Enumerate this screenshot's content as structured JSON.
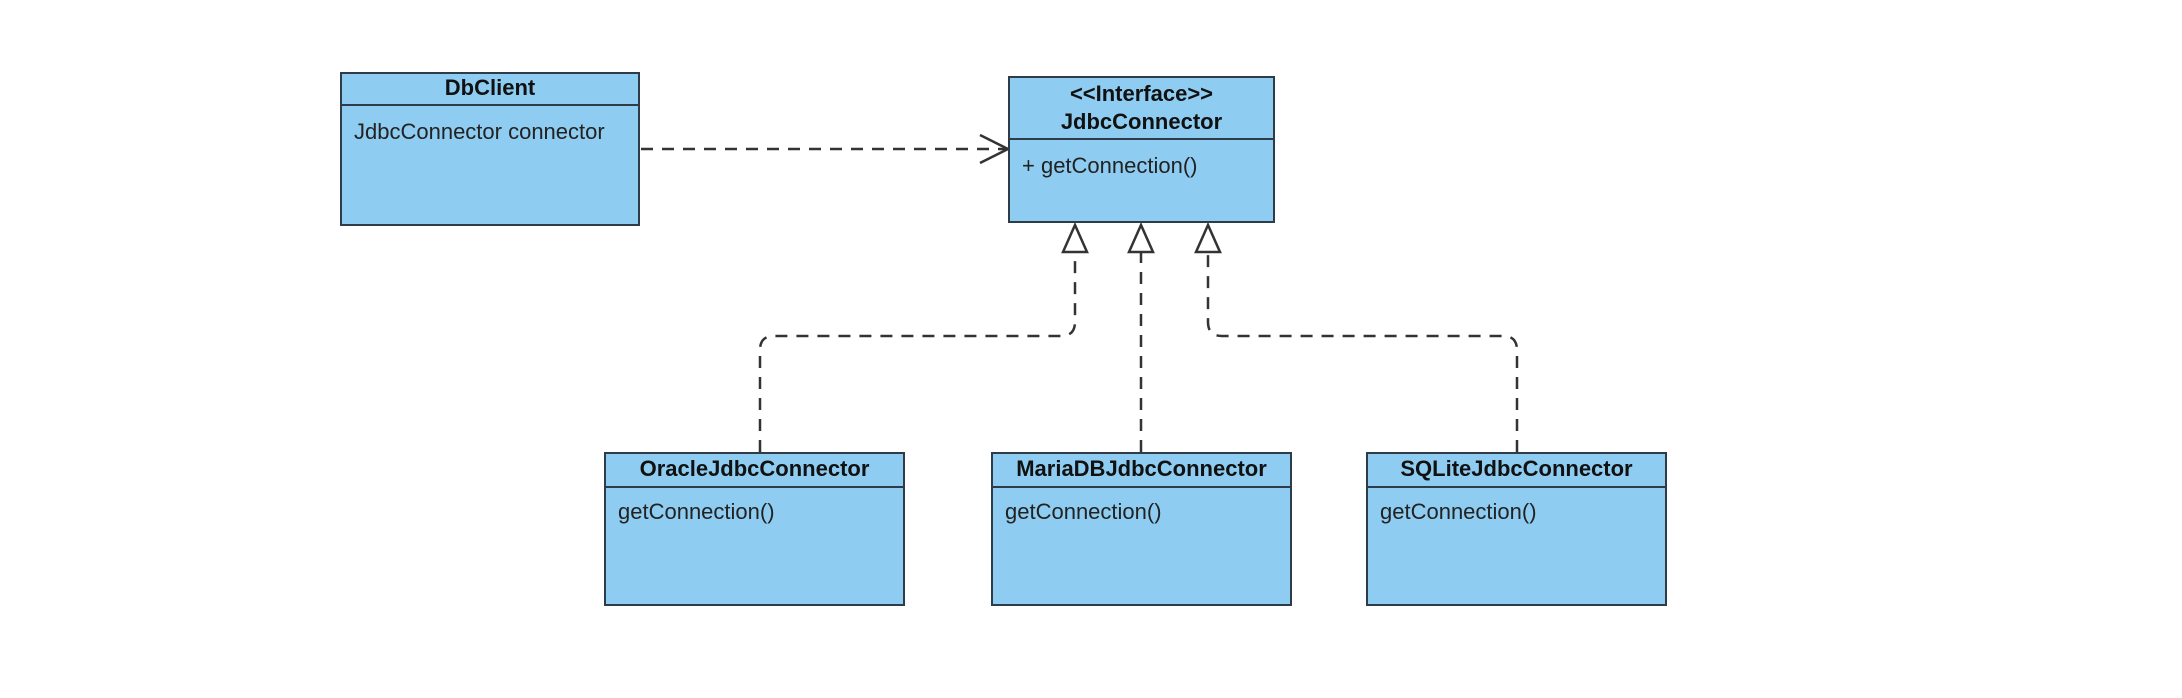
{
  "colors": {
    "class_fill": "#8ecdf1",
    "border": "#2e3b48",
    "connector": "#333333",
    "background": "#ffffff"
  },
  "classes": {
    "db_client": {
      "name": "DbClient",
      "members": [
        "JdbcConnector connector"
      ]
    },
    "jdbc_connector": {
      "stereotype": "<<Interface>>",
      "name": "JdbcConnector",
      "members": [
        "+ getConnection()"
      ]
    },
    "oracle": {
      "name": "OracleJdbcConnector",
      "members": [
        "getConnection()"
      ]
    },
    "mariadb": {
      "name": "MariaDBJdbcConnector",
      "members": [
        "getConnection()"
      ]
    },
    "sqlite": {
      "name": "SQLiteJdbcConnector",
      "members": [
        "getConnection()"
      ]
    }
  },
  "relations": [
    {
      "type": "dependency",
      "from": "DbClient",
      "to": "JdbcConnector"
    },
    {
      "type": "realization",
      "from": "OracleJdbcConnector",
      "to": "JdbcConnector"
    },
    {
      "type": "realization",
      "from": "MariaDBJdbcConnector",
      "to": "JdbcConnector"
    },
    {
      "type": "realization",
      "from": "SQLiteJdbcConnector",
      "to": "JdbcConnector"
    }
  ]
}
